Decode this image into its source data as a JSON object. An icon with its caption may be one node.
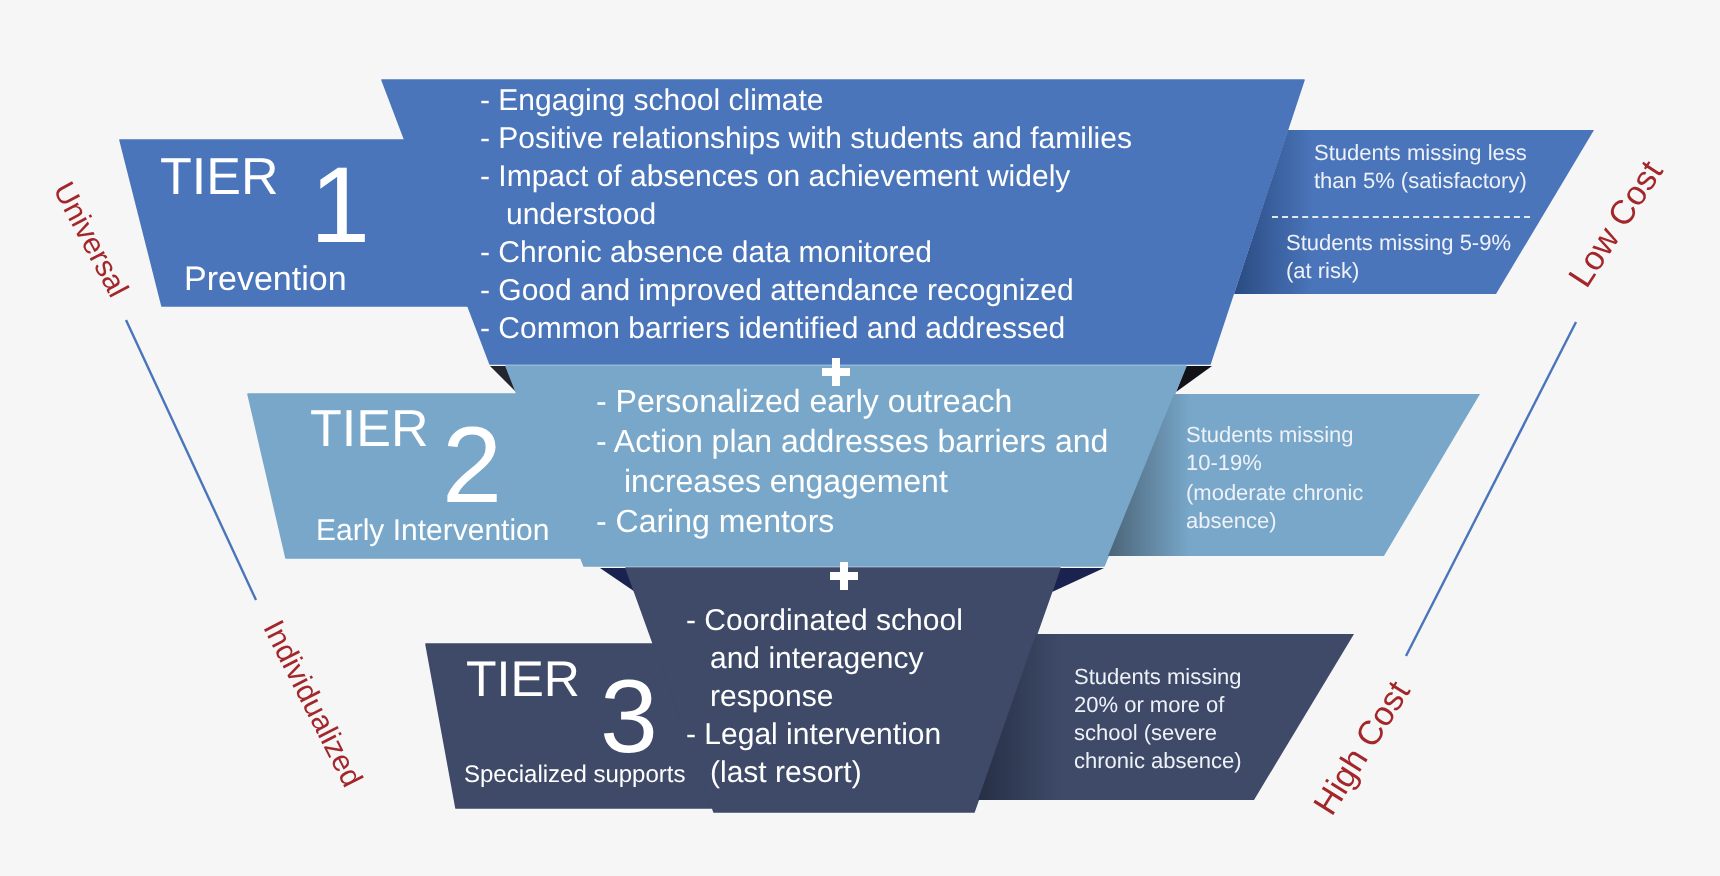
{
  "diagram": {
    "nodes": [
      {
        "text": [
          "TIER",
          "1",
          "Prevention"
        ]
      },
      {
        "text": [
          "- Engaging school climate",
          "- Positive relationships with students and families",
          "- Impact of absences on achievement widely understood",
          "- Chronic absence data monitored",
          "- Good and improved attendance recognized",
          "- Common barriers identified and addressed"
        ]
      },
      {
        "text": [
          "Students missing less than 5% (satisfactory)",
          "Students missing 5-9% (at risk)"
        ]
      },
      {
        "text": [
          "TIER",
          "2",
          "Early Intervention"
        ]
      },
      {
        "text": [
          "- Personalized early outreach",
          "- Action plan addresses barriers and increases engagement",
          "- Caring mentors"
        ]
      },
      {
        "text": [
          "Students missing 10-19% (moderate chronic absence)"
        ]
      },
      {
        "text": [
          "TIER",
          "3",
          "Specialized supports"
        ]
      },
      {
        "text": [
          "- Coordinated school and interagency response",
          "- Legal intervention (last resort)"
        ]
      },
      {
        "text": [
          "Students missing 20% or more of school (severe chronic absence)"
        ]
      }
    ],
    "labels": [
      "Universal",
      "Low Cost",
      "Individualized",
      "High Cost"
    ]
  }
}
